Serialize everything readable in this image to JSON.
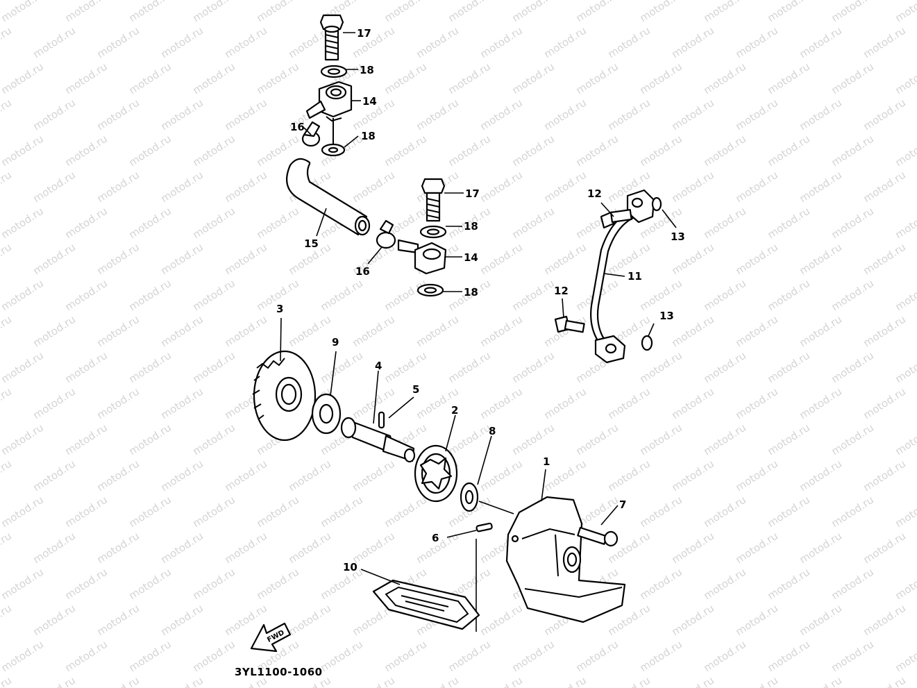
{
  "watermark": {
    "text": "motod.ru",
    "color": "#d4d4d4"
  },
  "diagram_code": "3YL1100-1060",
  "fwd_label": "FWD",
  "callouts": [
    {
      "part": "1",
      "label": "1"
    },
    {
      "part": "2",
      "label": "2"
    },
    {
      "part": "3",
      "label": "3"
    },
    {
      "part": "4",
      "label": "4"
    },
    {
      "part": "5",
      "label": "5"
    },
    {
      "part": "6",
      "label": "6"
    },
    {
      "part": "7",
      "label": "7"
    },
    {
      "part": "8",
      "label": "8"
    },
    {
      "part": "9",
      "label": "9"
    },
    {
      "part": "10",
      "label": "10"
    },
    {
      "part": "11",
      "label": "11"
    },
    {
      "part": "12",
      "label": "12"
    },
    {
      "part": "12",
      "label": "12"
    },
    {
      "part": "13",
      "label": "13"
    },
    {
      "part": "13",
      "label": "13"
    },
    {
      "part": "14",
      "label": "14"
    },
    {
      "part": "14",
      "label": "14"
    },
    {
      "part": "15",
      "label": "15"
    },
    {
      "part": "16",
      "label": "16"
    },
    {
      "part": "16",
      "label": "16"
    },
    {
      "part": "17",
      "label": "17"
    },
    {
      "part": "17",
      "label": "17"
    },
    {
      "part": "18",
      "label": "18"
    },
    {
      "part": "18",
      "label": "18"
    },
    {
      "part": "18",
      "label": "18"
    },
    {
      "part": "18",
      "label": "18"
    }
  ]
}
